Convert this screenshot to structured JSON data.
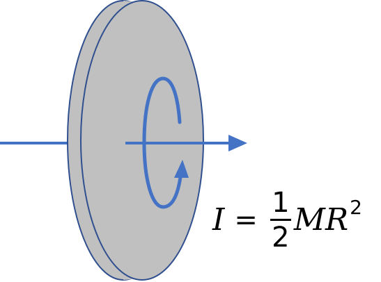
{
  "colors": {
    "disk_fill": "#c0c0c0",
    "disk_stroke": "#2f4f8f",
    "axis_blue": "#4472c4",
    "formula_text": "#000000"
  },
  "icons": {
    "axis_arrow": "arrow-right-icon",
    "rotation": "circular-arrow-icon"
  },
  "formula": {
    "lhs": "I",
    "equals": "=",
    "numerator": "1",
    "denominator": "2",
    "mass": "M",
    "radius": "R",
    "exponent": "2"
  }
}
